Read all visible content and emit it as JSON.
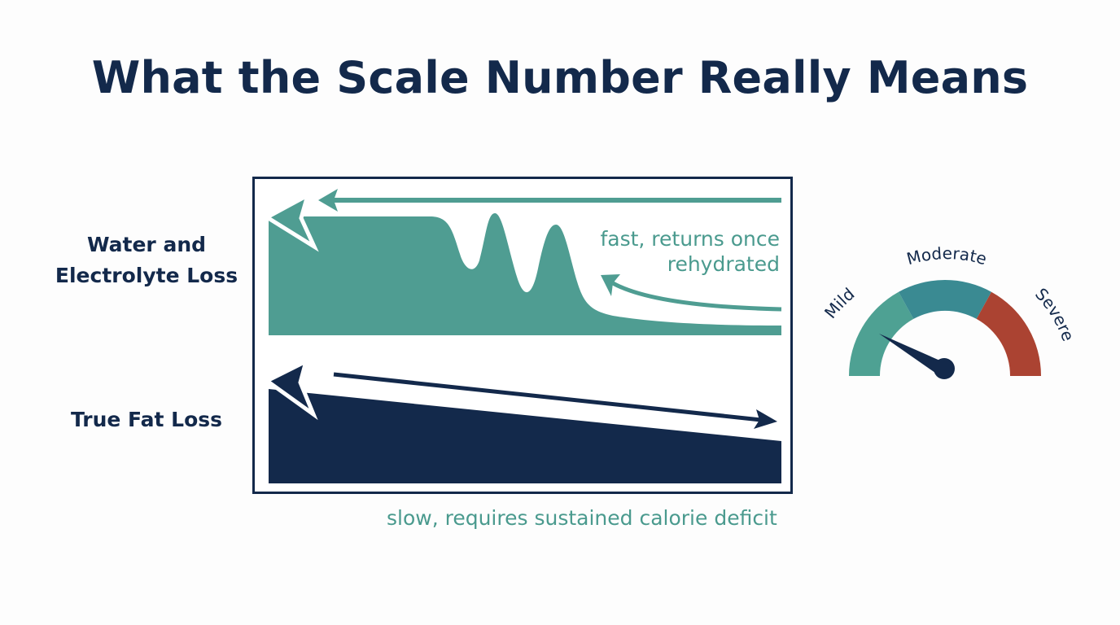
{
  "title": "What the Scale Number Really Means",
  "rows": {
    "water": {
      "label_lines": [
        "Water and",
        "Electrolyte Loss"
      ]
    },
    "fat": {
      "label": "True Fat Loss"
    }
  },
  "notes": {
    "water": [
      "fast, returns once",
      "rehydrated"
    ],
    "fat": "slow, requires sustained calorie deficit"
  },
  "gauge": {
    "segments": [
      "Mild",
      "Moderate",
      "Severe"
    ],
    "needle_level": "Mild"
  },
  "colors": {
    "navy": "#13294b",
    "teal": "#4f9d92",
    "gauge_mild": "#4ea193",
    "gauge_moderate": "#3a8a92",
    "gauge_severe": "#ab4332"
  }
}
